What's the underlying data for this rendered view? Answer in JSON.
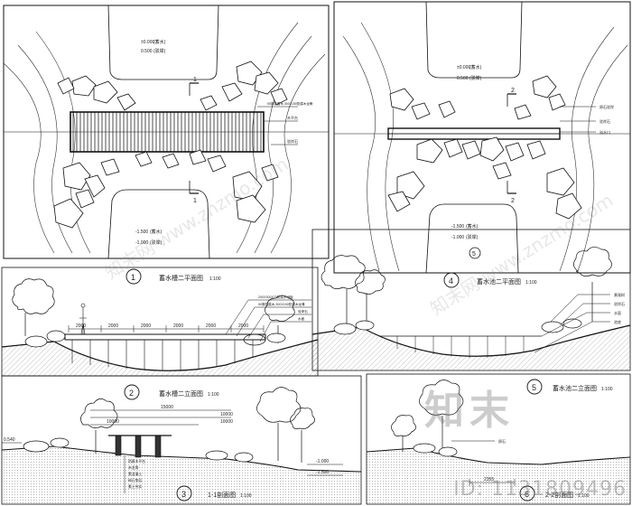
{
  "plan1": {
    "number": "1",
    "title": "蓄水槽二平面图",
    "scale": "1:100",
    "level_top": "±0.000",
    "level_top_note": "(蓄水)",
    "level_top2": "0.500",
    "level_top2_note": "(驳岸)",
    "level_bottom": "-1.500",
    "level_bottom_note": "(蓄水)",
    "level_bottom2": "-1.000",
    "level_bottom2_note": "(驳岸)",
    "cut_mark": "1",
    "label_right1": "50厚防腐木,300X150防腐木龙骨",
    "label_right2": "驳岸石",
    "label_right3": "木平台"
  },
  "plan4": {
    "number": "4",
    "title": "蓄水池二平面图",
    "scale": "1:100",
    "level_top": "±0.000",
    "level_top_note": "(蓄水)",
    "level_top2": "0.500",
    "level_top2_note": "(驳岸)",
    "level_bottom": "-1.500",
    "level_bottom_note": "(蓄水)",
    "level_bottom2": "-1.000",
    "level_bottom2_note": "(驳岸)",
    "cut_mark": "2",
    "section_mark": "5",
    "label_right1": "卵石驳岸",
    "label_right2": "驳岸石",
    "label_right3": "溢水口"
  },
  "elev2": {
    "number": "2",
    "title": "蓄水槽二立面图",
    "scale": "1:100",
    "dims": [
      "2000",
      "2000",
      "2000",
      "2000",
      "2000",
      "2000"
    ],
    "callout1": "200X300X75防腐木地板",
    "callout2": "50厚防腐木,300X150防腐木龙骨",
    "callout3": "驳岸石",
    "callout4": "水面"
  },
  "elev5": {
    "number": "5",
    "title": "蓄水池二立面图",
    "scale": "1:100",
    "callout1": "景观树",
    "callout2": "驳岸石",
    "callout3": "水面",
    "callout4": "池底"
  },
  "sect3": {
    "number": "3",
    "title": "1-1剖面图",
    "scale": "1:100",
    "dims_top": [
      "15000",
      "10000",
      "10000",
      "10000"
    ],
    "level_left": "0.540",
    "level_right1": "-1.000",
    "level_right2": "-1.500",
    "notes": [
      "防腐木平台",
      "木龙骨",
      "素混凝土",
      "碎石垫层",
      "素土夯实"
    ]
  },
  "sect6": {
    "number": "6",
    "title": "2-2剖面图",
    "scale": "1:100",
    "dim_bottom": "2355",
    "callout1": "卵石"
  },
  "watermark": {
    "brand": "知末",
    "image_id": "ID: 1131809496",
    "diagonal": "知末网 www.znzmo.com"
  }
}
